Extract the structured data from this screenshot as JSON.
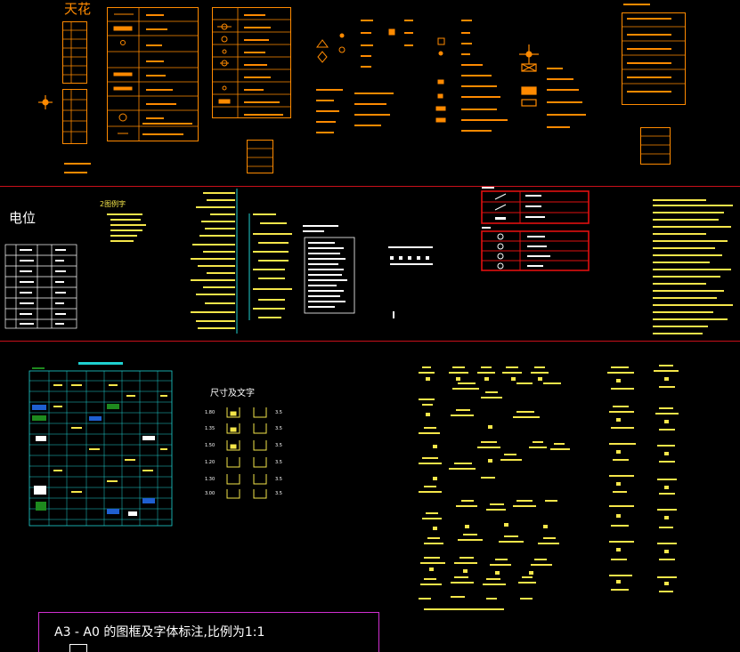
{
  "sections": {
    "ceiling_title": "天花",
    "outlet_title": "电位",
    "electrical_subtitle": "2图例字",
    "dimension_title": "尺寸及文字",
    "frame_note": "A3 - A0 的图框及字体标注,比例为1:1"
  },
  "dimension_labels": {
    "left": [
      "1.80",
      "1.35",
      "1.50",
      "1.20",
      "1.30",
      "3.00"
    ],
    "right": [
      "3.5",
      "3.5",
      "3.5",
      "3.5",
      "3.5",
      "3.5"
    ]
  },
  "colors": {
    "background": "#000000",
    "separator": "#c8101a",
    "lines_orange": "#ff8a00",
    "text_yellow": "#f5e64a",
    "table_cyan": "#1fd1d1",
    "alert_red": "#e01010",
    "frame_magenta": "#d02fd0"
  },
  "icons": [
    "luminaire-crosshair-icon",
    "downlight-icon",
    "spotlight-icon",
    "fan-icon",
    "diamond-symbol-icon"
  ]
}
